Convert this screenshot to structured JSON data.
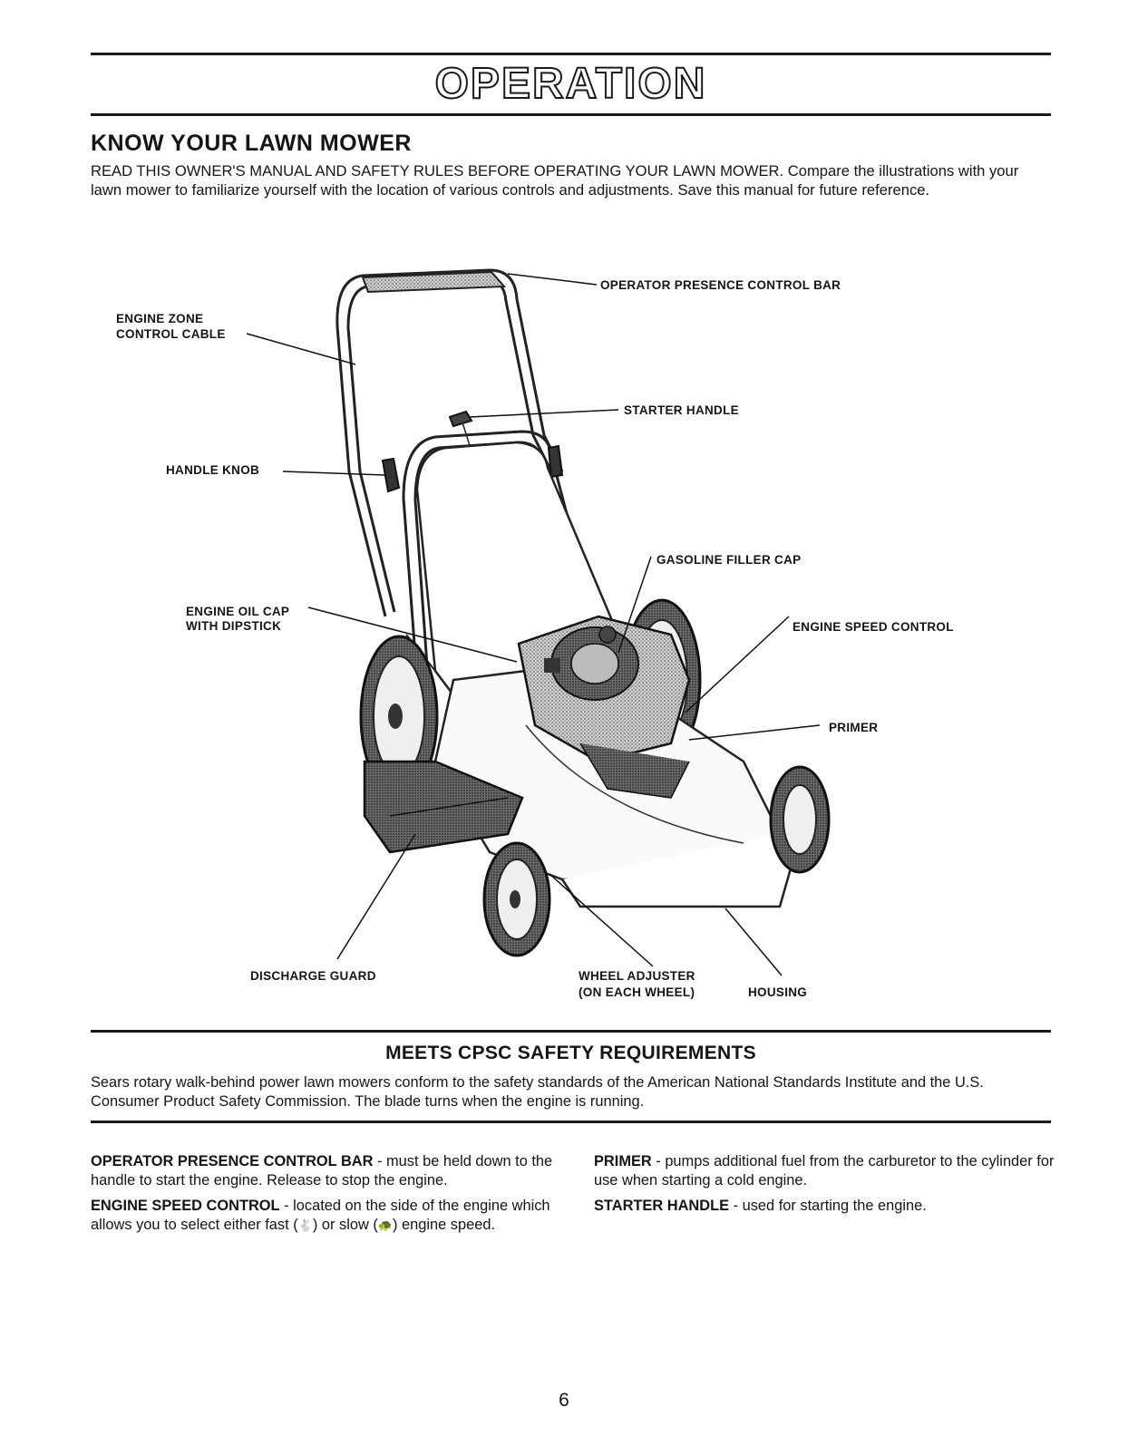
{
  "page": {
    "banner": "OPERATION",
    "section_title": "KNOW YOUR LAWN MOWER",
    "intro": "READ THIS OWNER'S MANUAL AND SAFETY RULES BEFORE OPERATING YOUR LAWN MOWER. Compare the illustrations with your lawn mower to familiarize yourself with the location of various controls and adjustments. Save this manual for future reference.",
    "page_number": "6"
  },
  "diagram": {
    "callouts": {
      "operator_bar": "OPERATOR PRESENCE  CONTROL BAR",
      "engine_zone_1": "ENGINE ZONE",
      "engine_zone_2": "CONTROL CABLE",
      "starter_handle": "STARTER HANDLE",
      "handle_knob": "HANDLE KNOB",
      "gasoline_cap": "GASOLINE FILLER CAP",
      "oil_cap_1": "ENGINE OIL CAP",
      "oil_cap_2": "WITH DIPSTICK",
      "speed_control": "ENGINE SPEED CONTROL",
      "primer": "PRIMER",
      "discharge_guard": "DISCHARGE  GUARD",
      "wheel_adjuster_1": "WHEEL ADJUSTER",
      "wheel_adjuster_2": "(ON EACH WHEEL)",
      "housing": "HOUSING"
    }
  },
  "cpsc": {
    "title": "MEETS CPSC SAFETY REQUIREMENTS",
    "text": "Sears rotary walk-behind power lawn mowers conform to the safety standards of the American National Standards Institute and the U.S. Consumer Product Safety Commission.  The blade turns when the engine is running."
  },
  "descriptions": {
    "operator_bar": {
      "term": "OPERATOR PRESENCE CONTROL BAR",
      "text": " - must be held down to the handle to start the engine.  Release to stop the engine."
    },
    "speed_control": {
      "term": "ENGINE SPEED CONTROL",
      "text_a": " - located on the side of the engine which allows you to select either fast  (",
      "fast_symbol": "🐇",
      "text_b": ") or slow (",
      "slow_symbol": "🐢",
      "text_c": ") engine speed."
    },
    "primer": {
      "term": "PRIMER",
      "text": " - pumps additional fuel from the carburetor to the cylinder for use when starting a cold engine."
    },
    "starter_handle": {
      "term": "STARTER HANDLE",
      "text": " - used for starting the engine."
    }
  }
}
